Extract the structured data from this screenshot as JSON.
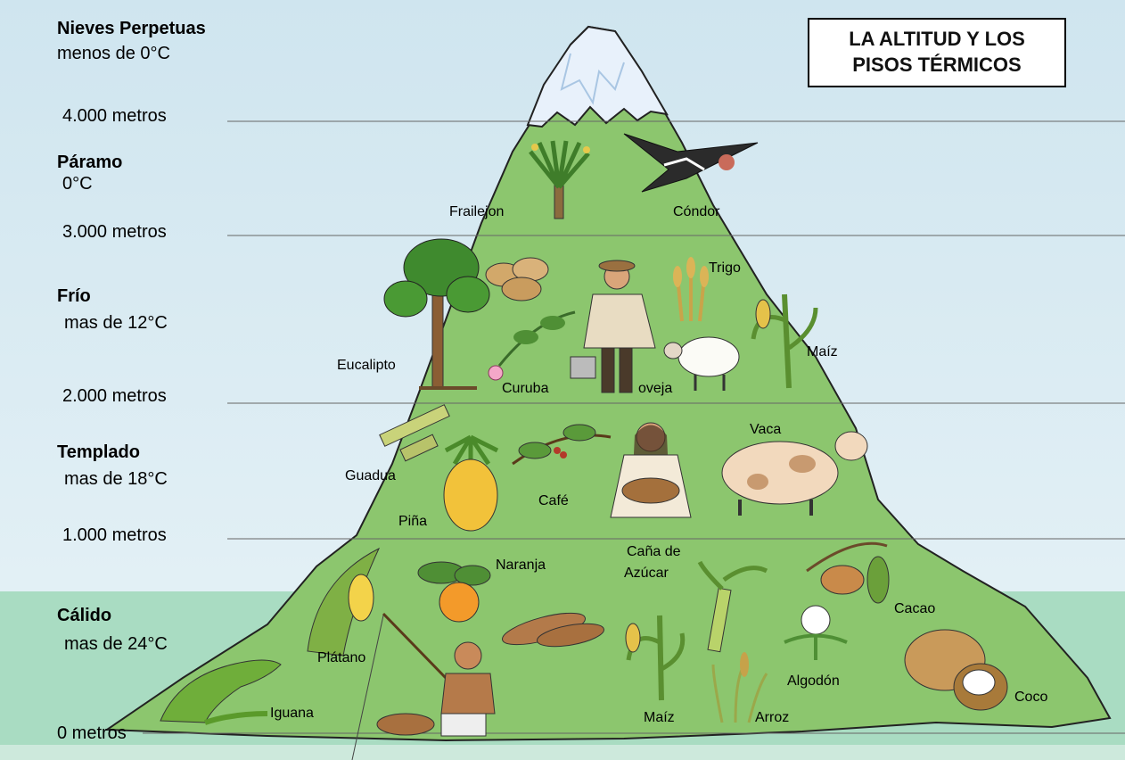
{
  "title": {
    "line1": "LA ALTITUD Y LOS",
    "line2": "PISOS TÉRMICOS"
  },
  "zones": [
    {
      "name": "Nieves Perpetuas",
      "temp": "menos de 0°C"
    },
    {
      "name": "Páramo",
      "temp": "0°C"
    },
    {
      "name": "Frío",
      "temp": "mas de 12°C"
    },
    {
      "name": "Templado",
      "temp": "mas de 18°C"
    },
    {
      "name": "Cálido",
      "temp": "mas de 24°C"
    }
  ],
  "altitudes": [
    "4.000 metros",
    "3.000 metros",
    "2.000 metros",
    "1.000 metros",
    "0 metros"
  ],
  "labels": {
    "paramo": [
      "Frailejon",
      "Cóndor"
    ],
    "frio": [
      "Trigo",
      "Eucalipto",
      "Curuba",
      "oveja",
      "Maíz"
    ],
    "templado": [
      "Vaca",
      "Guadua",
      "Piña",
      "Café"
    ],
    "calido": [
      "Caña de",
      "Azúcar",
      "Naranja",
      "Cacao",
      "Plátano",
      "Algodón",
      "Coco",
      "Iguana",
      "Maíz",
      "Arroz"
    ]
  },
  "colors": {
    "sky_top": "#cde4ee",
    "sky_bottom": "#e6f2f6",
    "warm_band": "#a9dcc2",
    "mountain": "#8cc66e",
    "mountain_outline": "#222222",
    "snow": "#e8f1fb",
    "line": "#555555"
  }
}
